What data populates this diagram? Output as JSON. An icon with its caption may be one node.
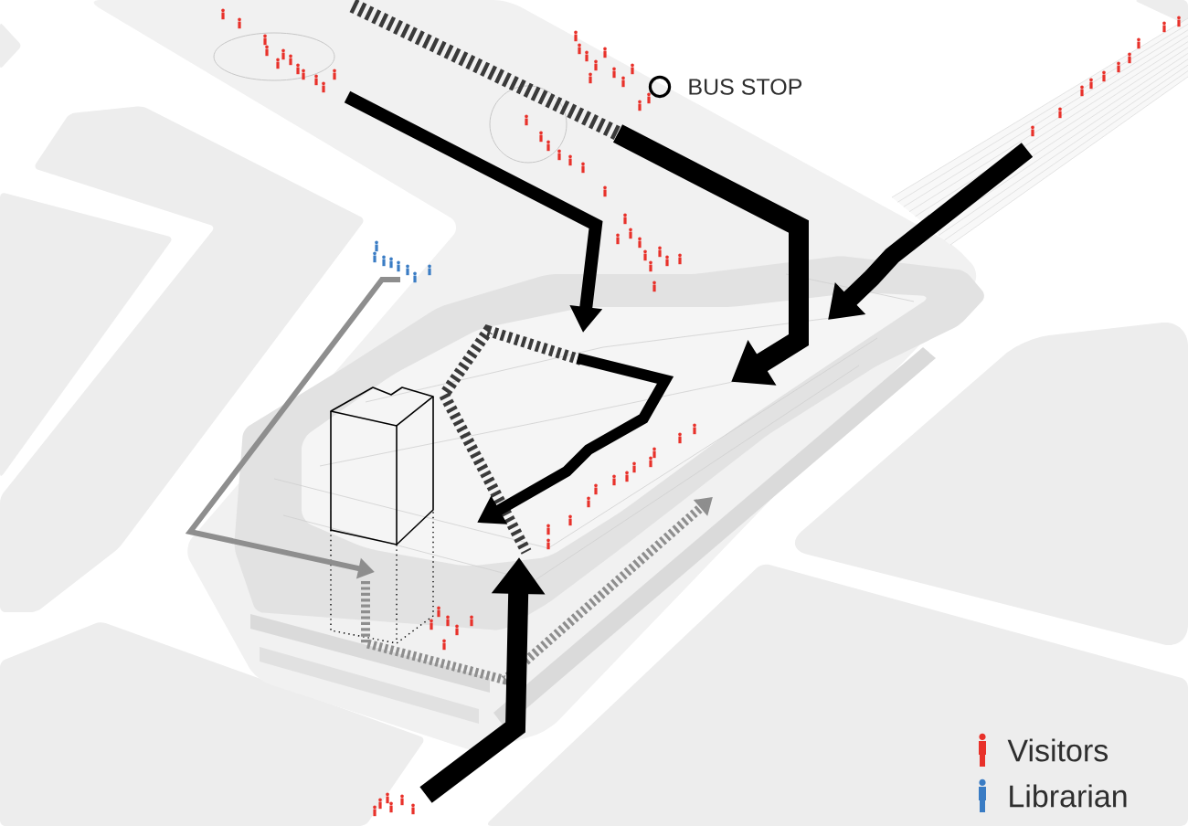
{
  "diagram": {
    "labels": [
      "BUS STOP"
    ],
    "legend": [
      {
        "text": "Visitors",
        "color": "#e8312a"
      },
      {
        "text": "Librarian",
        "color": "#3a7cc4"
      }
    ]
  }
}
